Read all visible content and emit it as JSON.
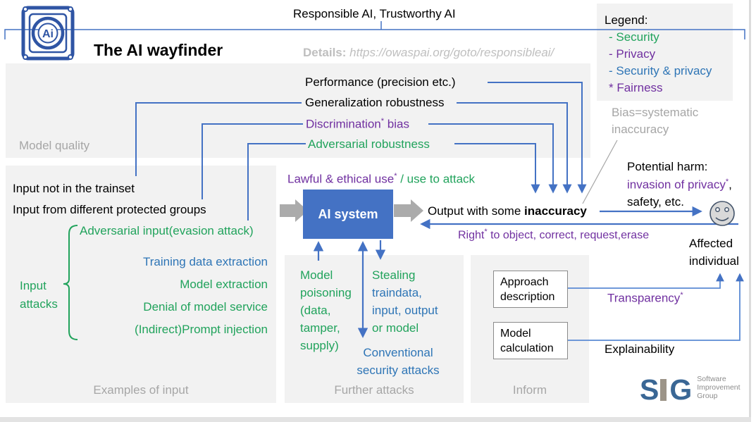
{
  "colors": {
    "security_green": "#21A35C",
    "privacy_purple": "#7030A0",
    "security_privacy_blue": "#2E75B6",
    "connector_blue": "#4472C4",
    "muted_gray": "#A6A6A6",
    "panel_gray": "#F2F2F2",
    "ai_box_blue": "#4472C4"
  },
  "icons": {
    "logo": "ai-wayfinder-logo",
    "smiley": "smiley-face-icon",
    "sig": "sig-logo"
  },
  "header": {
    "banner": "Responsible AI, Trustworthy AI",
    "title": "The AI wayfinder",
    "logo_text": "Ai",
    "details_label": "Details:",
    "details_url": "https://owaspai.org/goto/responsibleai/"
  },
  "legend": {
    "title": "Legend:",
    "items": [
      {
        "label": "- Security"
      },
      {
        "label": "- Privacy"
      },
      {
        "label": "- Security & privacy"
      },
      {
        "label": "* Fairness"
      }
    ]
  },
  "model_quality": {
    "panel_label": "Model quality",
    "performance": "Performance (precision etc.)",
    "generalization": "Generalization robustness",
    "discrimination": {
      "text": "Discrimination",
      "star": "*",
      "suffix": " bias"
    },
    "adversarial": "Adversarial robustness",
    "bias_note_line1": "Bias=systematic",
    "bias_note_line2": "inaccuracy"
  },
  "inputs": {
    "panel_label": "Examples of input",
    "not_in_trainset": "Input not in the trainset",
    "protected_groups": "Input from different protected groups",
    "adversarial_input": "Adversarial input(evasion attack)",
    "attack_items": [
      {
        "label": "Training data extraction"
      },
      {
        "label": "Model extraction"
      },
      {
        "label": "Denial of model service"
      },
      {
        "label": "(Indirect)Prompt injection"
      }
    ],
    "bracket_label_line1": "Input",
    "bracket_label_line2": "attacks"
  },
  "system": {
    "lawful": {
      "text": "Lawful & ethical use",
      "star": "*",
      "sep": " / ",
      "attack": "use to attack"
    },
    "box_label": "AI system",
    "output": {
      "prefix": "Output with some ",
      "bold": "inaccuracy"
    },
    "right_to_object": {
      "text": "Right",
      "star": "*",
      "suffix": " to object, correct, request,erase"
    }
  },
  "further_attacks": {
    "panel_label": "Further attacks",
    "model_poisoning": [
      "Model",
      "poisoning",
      "(data,",
      "tamper,",
      "supply)"
    ],
    "stealing": [
      "Stealing",
      "traindata,",
      "input, output",
      "or model"
    ],
    "conventional_line1": "Conventional",
    "conventional_line2": "security attacks"
  },
  "inform": {
    "panel_label": "Inform",
    "approach_line1": "Approach",
    "approach_line2": "description",
    "model_line1": "Model",
    "model_line2": "calculation",
    "transparency": {
      "text": "Transparency",
      "star": "*"
    },
    "explainability": "Explainability"
  },
  "harm": {
    "line1": "Potential harm:",
    "line2": {
      "text": "invasion of privacy",
      "star": "*",
      "suffix": ","
    },
    "line3": "safety, etc.",
    "affected_line1": "Affected",
    "affected_line2": "individual"
  },
  "footer": {
    "sig_s": "S",
    "sig_g": "G",
    "sig_lines": [
      "Software",
      "Improvement",
      "Group"
    ]
  }
}
